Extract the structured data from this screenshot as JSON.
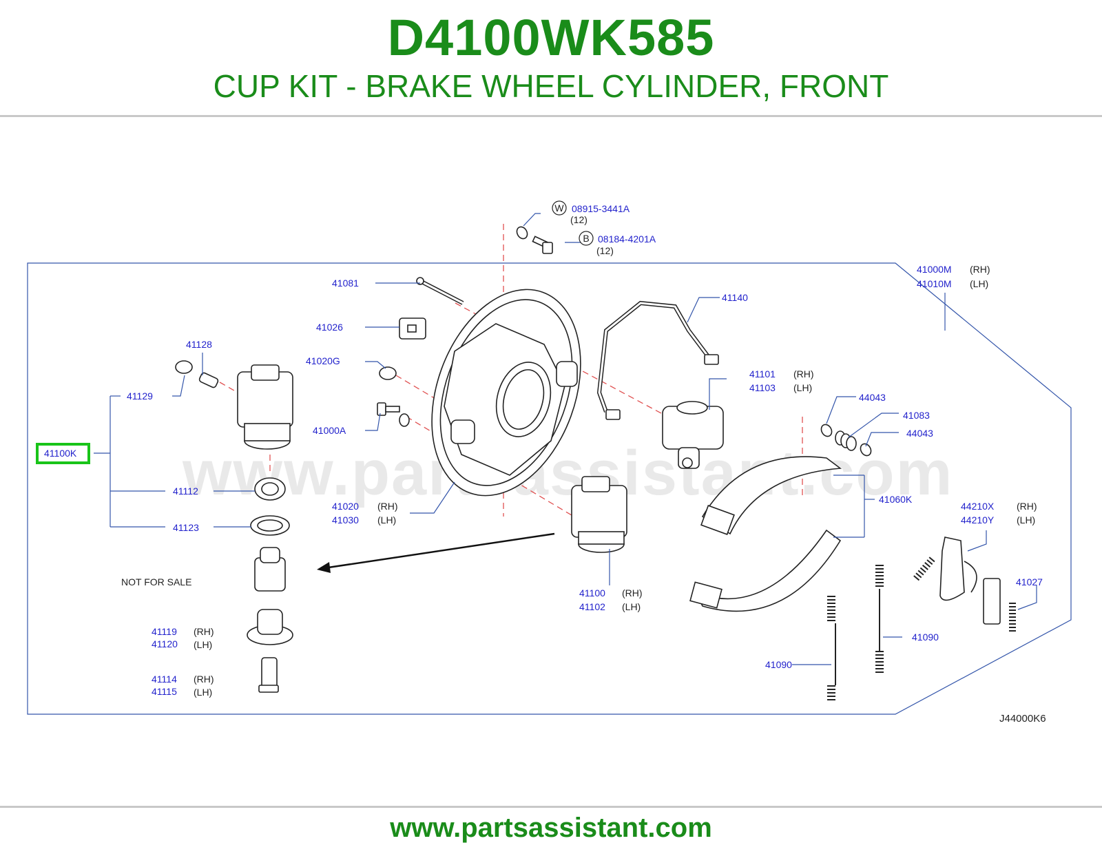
{
  "header": {
    "part_code": "D4100WK585",
    "part_title": "CUP KIT - BRAKE WHEEL CYLINDER, FRONT"
  },
  "diagram": {
    "watermark": "www.partsassistant.com",
    "ref_code": "J44000K6",
    "not_for_sale": "NOT   FOR   SALE",
    "rh": "(RH)",
    "lh": "(LH)",
    "labels": {
      "p08915": "08915-3441A",
      "p08915_qty": "(12)",
      "p08915_sym": "W",
      "p08184": "08184-4201A",
      "p08184_qty": "(12)",
      "p08184_sym": "B",
      "p41081": "41081",
      "p41026": "41026",
      "p41020G": "41020G",
      "p41000A": "41000A",
      "p41128": "41128",
      "p41129": "41129",
      "p41100K": "41100K",
      "p41112": "41112",
      "p41123": "41123",
      "p41119": "41119",
      "p41120": "41120",
      "p41114": "41114",
      "p41115": "41115",
      "p41020": "41020",
      "p41030": "41030",
      "p41100": "41100",
      "p41102": "41102",
      "p41140": "41140",
      "p41101": "41101",
      "p41103": "41103",
      "p41000M": "41000M",
      "p41010M": "41010M",
      "p44043a": "44043",
      "p41083": "41083",
      "p44043b": "44043",
      "p41060K": "41060K",
      "p44210X": "44210X",
      "p44210Y": "44210Y",
      "p41027": "41027",
      "p41090a": "41090",
      "p41090b": "41090"
    },
    "highlighted_part": "41100K",
    "highlight_color": "#19c419"
  },
  "footer": {
    "url": "www.partsassistant.com"
  }
}
